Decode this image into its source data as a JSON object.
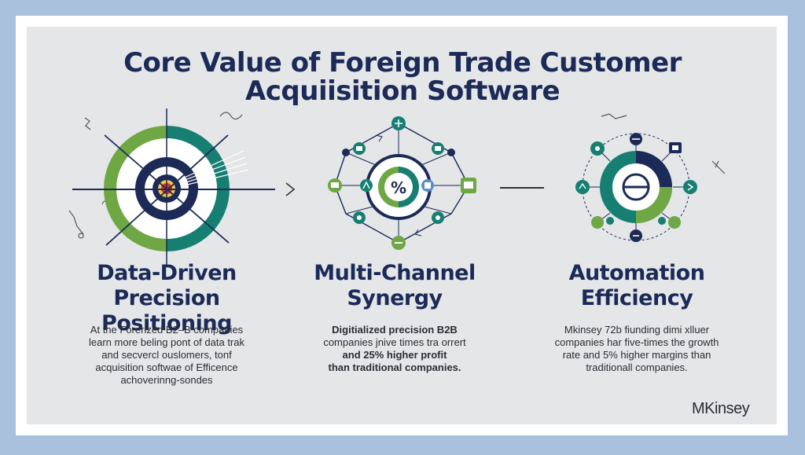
{
  "title": {
    "line1": "Core Value of Foreign Trade Customer",
    "line2": "Acquiisition Software"
  },
  "columns": [
    {
      "heading_line1": "Data-Driven",
      "heading_line2": "Precision Positioning",
      "body_lines": [
        "At the Forerized B2–B companies",
        "learn more beling pont of data trak",
        "and secvercl ouslomers, tonf",
        "acquisition softwae of Efficence",
        "achoverinng-sondes"
      ]
    },
    {
      "heading_line1": "Multi-Channel",
      "heading_line2": "Synergy",
      "body_lines": [
        "Digitialized precision B2B",
        "companies  jnive times tra orrert",
        "and 25% higher profit",
        "than traditional companies."
      ]
    },
    {
      "heading_line1": "Automation",
      "heading_line2": "Efficiency",
      "body_lines": [
        "Mkinsey 72b fiunding dimi xlluer",
        "companies har five-times the growth",
        "rate and 5% higher margins than",
        "traditionall companies."
      ]
    }
  ],
  "center_symbol": "%",
  "logo": "MKinsey",
  "colors": {
    "navy": "#1c2a57",
    "green": "#7bb04a",
    "teal": "#1a8a7a",
    "background": "#e4e6e8",
    "outer": "#a9c1dc"
  },
  "icons": {
    "target": "target-icon",
    "network": "network-icon",
    "gear": "automation-hub-icon"
  }
}
